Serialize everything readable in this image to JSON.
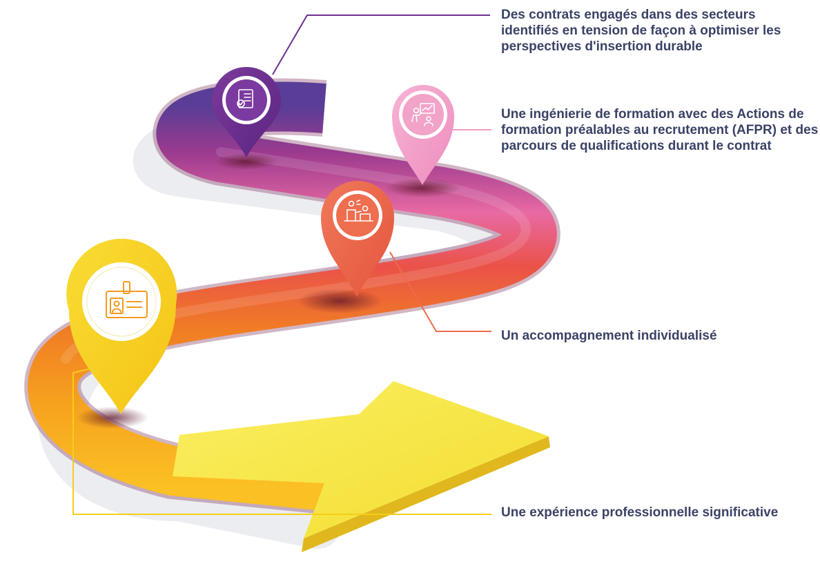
{
  "steps": [
    {
      "text": "Des contrats engagés dans des secteurs identifiés en tension de façon à optimiser les perspectives d'insertion durable",
      "icon": "contract-document-check-icon",
      "color": "#6b2e8f"
    },
    {
      "text": "Une ingénierie de formation avec des Actions de formation préalables au recrutement (AFPR) et des parcours de qualifications durant le contrat",
      "icon": "training-presentation-icon",
      "color": "#f19ac3"
    },
    {
      "text": "Un accompagnement individualisé",
      "icon": "mentoring-people-icon",
      "color": "#ec6a4b"
    },
    {
      "text": "Une expérience professionnelle significative",
      "icon": "id-badge-icon",
      "color": "#f6cd17"
    }
  ],
  "colors": {
    "caption_text": "#3b4266",
    "road_start": "#5a3d96",
    "road_purple": "#9b3a8e",
    "road_pink": "#e86aa3",
    "road_coral": "#ea5249",
    "road_orange": "#f07b25",
    "road_yellow": "#fbbd22",
    "arrow_yellow": "#f4e33b"
  }
}
